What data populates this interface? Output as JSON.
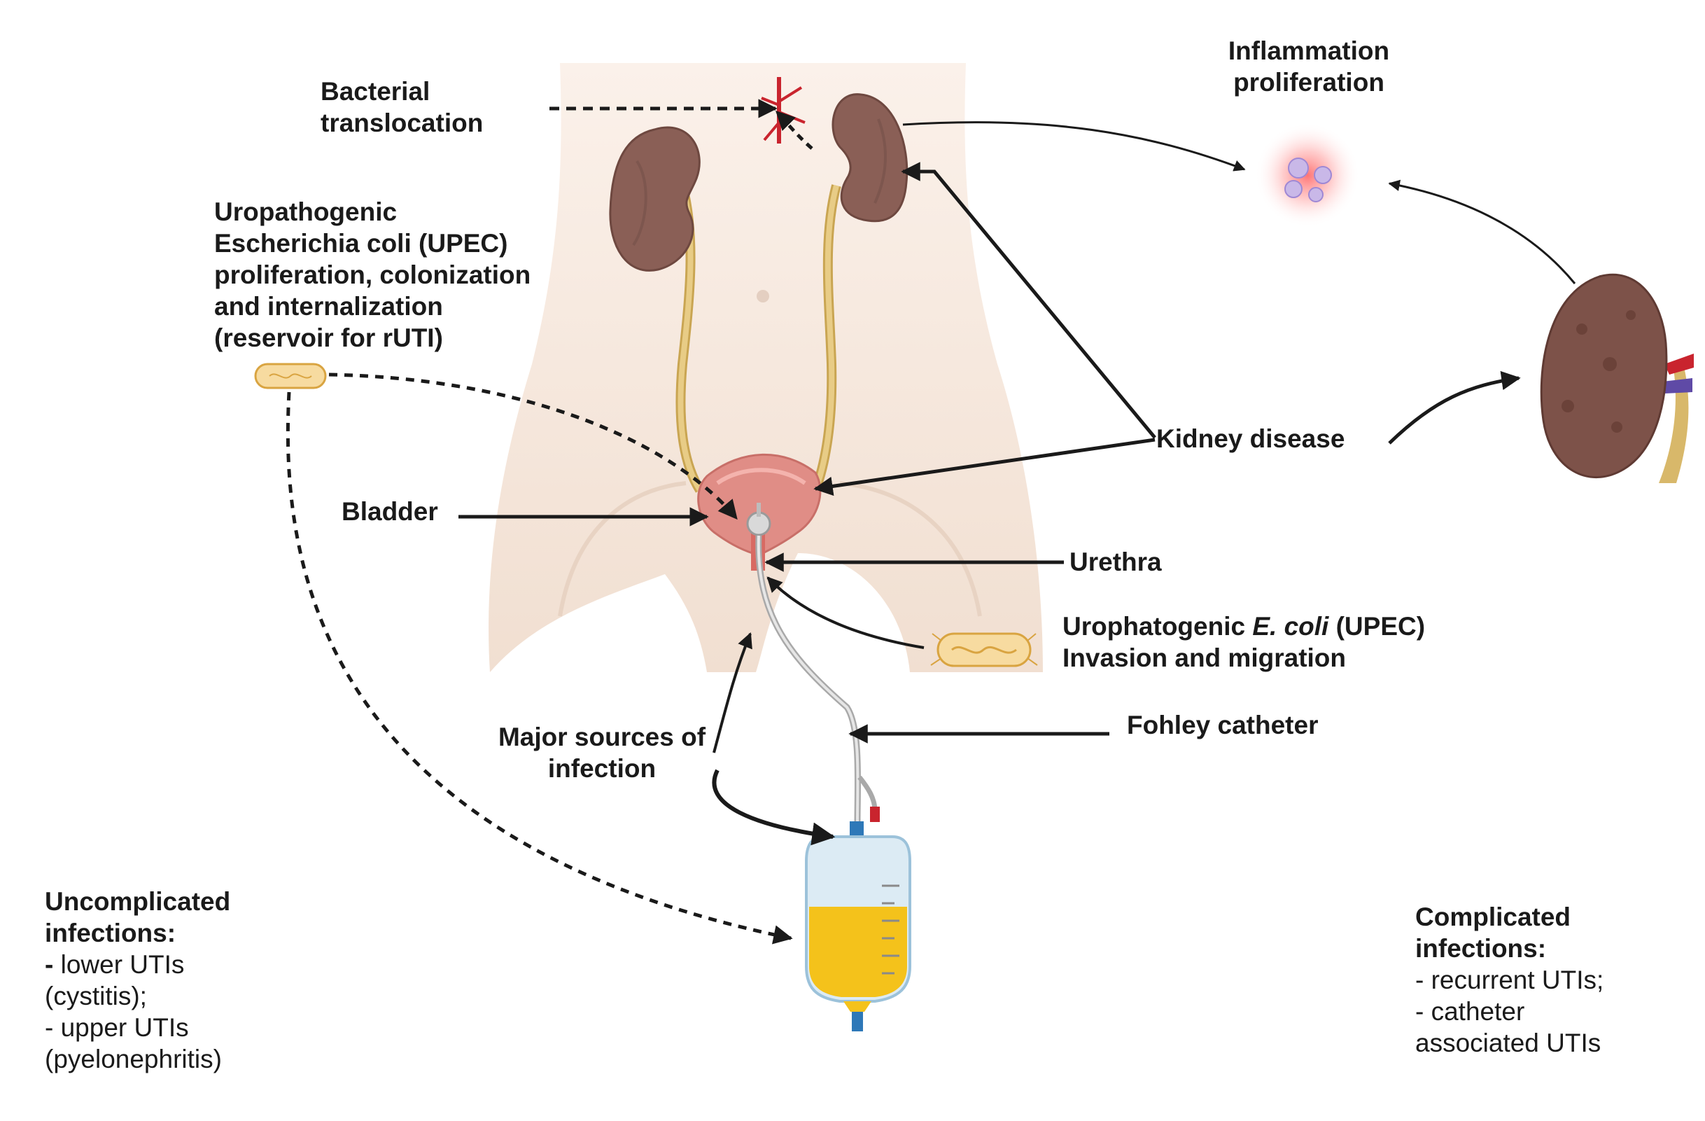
{
  "labels": {
    "bacterial_translocation": [
      "Bacterial",
      "translocation"
    ],
    "inflammation": [
      "Inflammation",
      "proliferation"
    ],
    "upec_reservoir": [
      "Uropathogenic",
      "Escherichia coli (UPEC)",
      "proliferation, colonization",
      "and internalization",
      "(reservoir for rUTI)"
    ],
    "kidney_disease": "Kidney disease",
    "bladder": "Bladder",
    "urethra": "Urethra",
    "upec_invasion": {
      "prefix": "Urophatogenic ",
      "italic": "E. coli",
      "suffix": " (UPEC)",
      "line2": "Invasion and migration"
    },
    "foley_catheter": "Fohley catheter",
    "major_sources": [
      "Major sources of",
      "infection"
    ],
    "uncomplicated": {
      "title": [
        "Uncomplicated",
        "infections:"
      ],
      "items": [
        {
          "bullet": "-",
          "text": " lower UTIs"
        },
        {
          "bullet": "",
          "text": "(cystitis);"
        },
        {
          "bullet": "",
          "text": "- upper UTIs"
        },
        {
          "bullet": "",
          "text": "(pyelonephritis)"
        }
      ]
    },
    "complicated": {
      "title": [
        "Complicated",
        "infections:"
      ],
      "items": [
        "- recurrent UTIs;",
        "- catheter",
        "associated UTIs"
      ]
    }
  },
  "colors": {
    "body_skin": "#f5e7dc",
    "kidney": "#8a5f56",
    "kidney_dark": "#6e4840",
    "ureter": "#d8b86a",
    "bladder": "#e08d86",
    "urine": "#f4c21b",
    "bag": "#cfe3ef",
    "connector": "#2e78b8",
    "bacteria_fill": "#f7dba0",
    "bacteria_stroke": "#d9a441",
    "artery": "#c9242e",
    "vein": "#5f4aa6",
    "inflammation_glow": "#ff6b6b",
    "arrow": "#1a1a1a"
  },
  "icons": [
    "kidney-icon",
    "bladder-icon",
    "catheter-icon",
    "urine-bag-icon",
    "bacteria-icon",
    "inflammation-cells-icon",
    "blood-vessel-icon",
    "diseased-kidney-icon"
  ]
}
